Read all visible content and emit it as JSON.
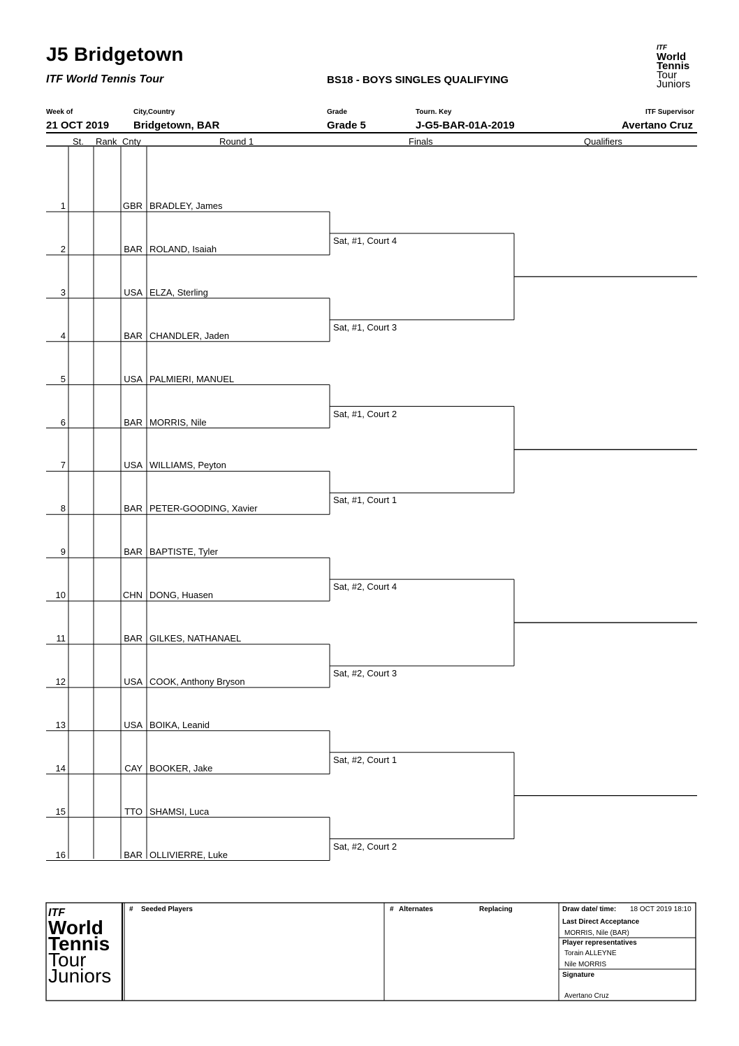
{
  "header": {
    "title": "J5 Bridgetown",
    "subtitle": "ITF World Tennis Tour",
    "event": "BS18 -  BOYS SINGLES QUALIFYING",
    "logo": {
      "itf": "ITF",
      "line1": "World",
      "line2": "Tennis",
      "line3": "Tour",
      "line4": "Juniors"
    },
    "fields": [
      {
        "label": "Week of",
        "value": "21 OCT 2019"
      },
      {
        "label": "City,Country",
        "value": "Bridgetown, BAR"
      },
      {
        "label": "Grade",
        "value": "Grade 5"
      },
      {
        "label": "Tourn. Key",
        "value": "J-G5-BAR-01A-2019"
      },
      {
        "label": "ITF Supervisor",
        "value": "Avertano Cruz"
      }
    ]
  },
  "columns": {
    "st": "St.",
    "rank": "Rank",
    "cnty": "Cnty",
    "round1": "Round 1",
    "finals": "Finals",
    "qualifiers": "Qualifiers"
  },
  "players": [
    {
      "num": "1",
      "cnty": "GBR",
      "name": "BRADLEY, James"
    },
    {
      "num": "2",
      "cnty": "BAR",
      "name": "ROLAND, Isaiah"
    },
    {
      "num": "3",
      "cnty": "USA",
      "name": "ELZA, Sterling"
    },
    {
      "num": "4",
      "cnty": "BAR",
      "name": "CHANDLER, Jaden"
    },
    {
      "num": "5",
      "cnty": "USA",
      "name": "PALMIERI, MANUEL"
    },
    {
      "num": "6",
      "cnty": "BAR",
      "name": "MORRIS, Nile"
    },
    {
      "num": "7",
      "cnty": "USA",
      "name": "WILLIAMS, Peyton"
    },
    {
      "num": "8",
      "cnty": "BAR",
      "name": "PETER-GOODING, Xavier"
    },
    {
      "num": "9",
      "cnty": "BAR",
      "name": "BAPTISTE, Tyler"
    },
    {
      "num": "10",
      "cnty": "CHN",
      "name": "DONG, Huasen"
    },
    {
      "num": "11",
      "cnty": "BAR",
      "name": "GILKES, NATHANAEL"
    },
    {
      "num": "12",
      "cnty": "USA",
      "name": "COOK, Anthony Bryson"
    },
    {
      "num": "13",
      "cnty": "USA",
      "name": "BOIKA, Leanid"
    },
    {
      "num": "14",
      "cnty": "CAY",
      "name": "BOOKER, Jake"
    },
    {
      "num": "15",
      "cnty": "TTO",
      "name": "SHAMSI, Luca"
    },
    {
      "num": "16",
      "cnty": "BAR",
      "name": "OLLIVIERRE, Luke"
    }
  ],
  "matches": [
    "Sat, #1, Court 4",
    "Sat, #1, Court 3",
    "Sat, #1, Court 2",
    "Sat, #1, Court 1",
    "Sat, #2, Court 4",
    "Sat, #2, Court 3",
    "Sat, #2, Court 1",
    "Sat, #2, Court 2"
  ],
  "footer": {
    "seeded_hash": "#",
    "seeded_label": "Seeded Players",
    "alt_hash": "#",
    "alternates_label": "Alternates",
    "replacing_label": "Replacing",
    "draw_label": "Draw date/ time:",
    "draw_value": "18 OCT 2019 18:10",
    "lda_label": "Last Direct Acceptance",
    "lda_value": "MORRIS, Nile (BAR)",
    "reps_label": "Player representatives",
    "reps": [
      "Torain ALLEYNE",
      "Nile MORRIS"
    ],
    "signature_label": "Signature",
    "signature_value": "Avertano Cruz"
  }
}
